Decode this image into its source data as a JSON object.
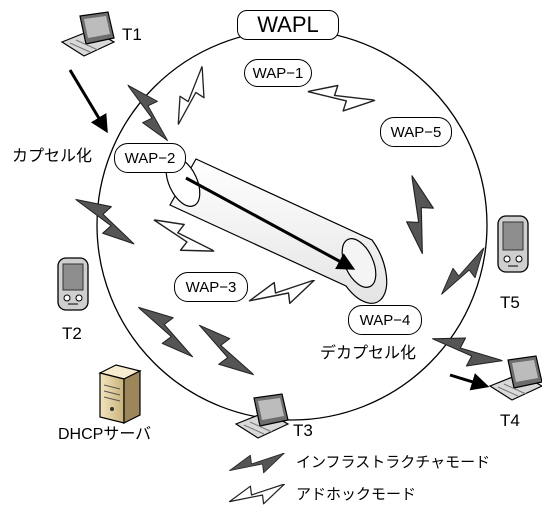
{
  "title": "WAPL",
  "access_points": {
    "wap1": "WAP−1",
    "wap2": "WAP−2",
    "wap3": "WAP−3",
    "wap4": "WAP−4",
    "wap5": "WAP−5"
  },
  "terminals": {
    "t1": "T1",
    "t2": "T2",
    "t3": "T3",
    "t4": "T4",
    "t5": "T5"
  },
  "labels": {
    "encapsulation": "カプセル化",
    "decapsulation": "デカプセル化",
    "dhcp_server": "DHCPサーバ"
  },
  "legend": {
    "infrastructure": "インフラストラクチャモード",
    "adhoc": "アドホックモード"
  }
}
